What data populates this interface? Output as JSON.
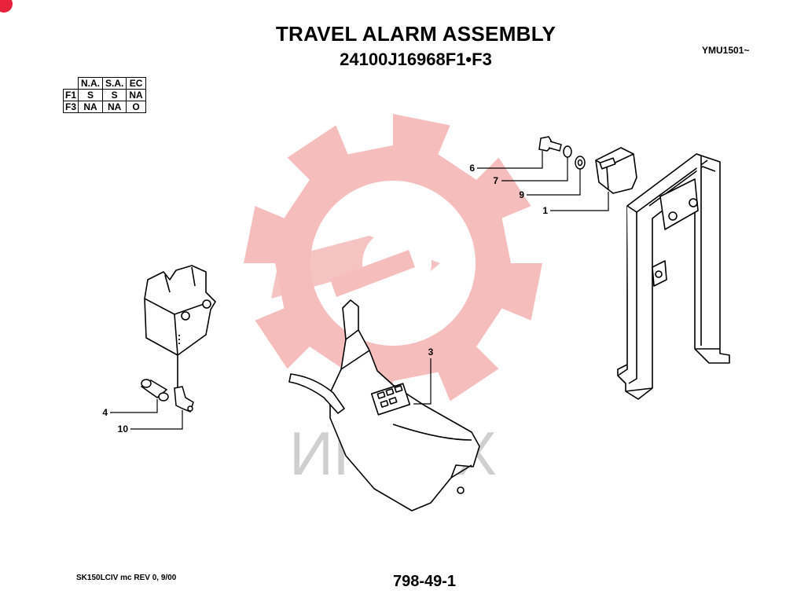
{
  "header": {
    "title": "TRAVEL ALARM ASSEMBLY",
    "subtitle": "24100J16968F1•F3",
    "serial_range": "YMU1501~"
  },
  "applicability_table": {
    "columns": [
      "N.A.",
      "S.A.",
      "EC"
    ],
    "rows": [
      {
        "label": "F1",
        "cells": [
          "S",
          "S",
          "NA"
        ]
      },
      {
        "label": "F3",
        "cells": [
          "NA",
          "NA",
          "O"
        ]
      }
    ]
  },
  "callouts": {
    "c1": "1",
    "c3": "3",
    "c4": "4",
    "c6": "6",
    "c7": "7",
    "c9": "9",
    "c10": "10"
  },
  "watermark": {
    "text": "ИНТЕХ",
    "color": "#f3a7a7",
    "text_color": "#cfcfcf"
  },
  "footer": {
    "doc_ref": "SK150LCIV mc REV 0, 9/00",
    "page": "798-49-1"
  },
  "colors": {
    "brand_mark": "#e8223a",
    "line": "#000000"
  }
}
